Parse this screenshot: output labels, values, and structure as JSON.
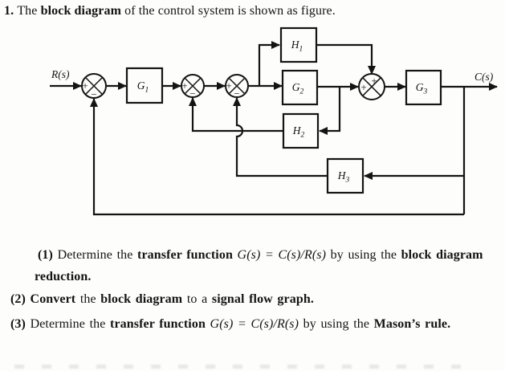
{
  "title": {
    "seg0": "1. ",
    "seg1": "The ",
    "seg2": "block diagram",
    "seg3": " of the control system is shown as figure."
  },
  "diagram": {
    "input_label": "R(s)",
    "output_label": "C(s)",
    "blocks": {
      "g1": {
        "main": "G",
        "sub": "1"
      },
      "g2": {
        "main": "G",
        "sub": "2"
      },
      "g3": {
        "main": "G",
        "sub": "3"
      },
      "h1": {
        "main": "H",
        "sub": "1"
      },
      "h2": {
        "main": "H",
        "sub": "2"
      },
      "h3": {
        "main": "H",
        "sub": "3"
      }
    },
    "sums": {
      "sj1": {
        "left": "+",
        "bottom": "−"
      },
      "sj2": {
        "left": "+",
        "bottom": "−"
      },
      "sj3": {
        "left": "+",
        "bottom": "−"
      },
      "sj4": {
        "top": "+",
        "left": "+"
      }
    }
  },
  "questions": {
    "q1": {
      "seg0": "(1) ",
      "seg1": "Determine the ",
      "seg2": "transfer function ",
      "seg3": "G(s) = C(s)/R(s)",
      "seg4": " by using the ",
      "seg5": "block diagram"
    },
    "q1b": {
      "seg0": "reduction."
    },
    "q2": {
      "seg0": "(2) Convert",
      "seg1": " the ",
      "seg2": "block diagram",
      "seg3": " to a ",
      "seg4": "signal flow graph."
    },
    "q3": {
      "seg0": "(3) ",
      "seg1": "Determine the ",
      "seg2": "transfer function ",
      "seg3": "G(s) = C(s)/R(s)",
      "seg4": " by using the ",
      "seg5": "Mason’s rule."
    }
  }
}
